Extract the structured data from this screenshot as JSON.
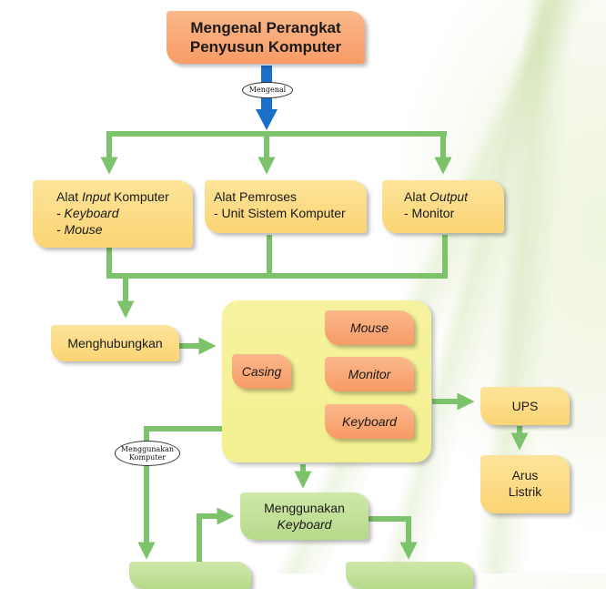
{
  "title": {
    "line1": "Mengenal Perangkat",
    "line2": "Penyusun Komputer"
  },
  "ovals": {
    "mengenal": "Mengenal",
    "menggunakan_line1": "Menggunakan",
    "menggunakan_line2": "Komputer"
  },
  "input_box": {
    "prefix": "Alat ",
    "italic": "Input",
    "suffix": " Komputer",
    "item1": "- Keyboard",
    "item2": "- Mouse"
  },
  "process_box": {
    "line1": "Alat Pemroses",
    "line2": "- Unit Sistem Komputer"
  },
  "output_box": {
    "prefix": "Alat ",
    "italic": "Output",
    "item1": "- Monitor"
  },
  "menghubungkan": "Menghubungkan",
  "casing": "Casing",
  "mouse": "Mouse",
  "monitor": "Monitor",
  "keyboard": "Keyboard",
  "ups": "UPS",
  "arus": {
    "line1": "Arus",
    "line2": "Listrik"
  },
  "menggunakan_keyboard": {
    "line1": "Menggunakan",
    "line2": "Keyboard"
  },
  "colors": {
    "arrow_green": "#7dc36b",
    "arrow_blue": "#1a6fc9"
  }
}
